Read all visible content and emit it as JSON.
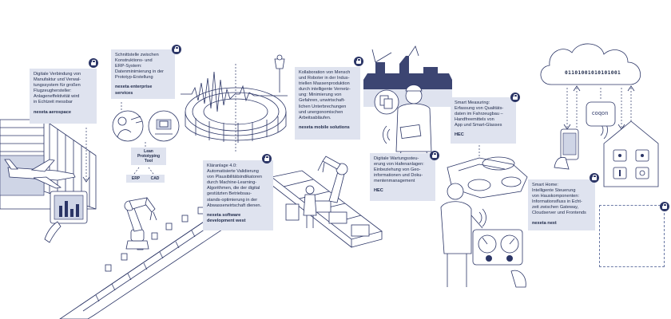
{
  "cards": [
    {
      "id": "card-aerospace",
      "body": "Digitale Verbindung von\nManufaktur und Verwal-\ntungssystem für großen\nFlugzeughersteller:\nAnlageneffektivität wird\nin Echtzeit messbar",
      "company": "nexeta aerospace"
    },
    {
      "id": "card-enterprise",
      "body": "Schnittstelle zwischen\nKonstruktions- und\nERP-System:\nDatenminimierung in der\nPrototyp-Erstellung",
      "company": "nexeta enterprise services"
    },
    {
      "id": "card-mobile",
      "body": "Kollaboration von Mensch\nund Roboter in der Indus-\ntriellen Massenproduktion\ndurch intelligente Vernetz-\nung: Minimierung von\nGefahren, unwirtschaft-\nlichen Unterbrechungen\nund unergonomischen\nArbeitsabläufen.",
      "company": "nexeta mobile solutions"
    },
    {
      "id": "card-measuring",
      "body": "Smart Measuring:\nErfassung von Qualitäts-\ndaten im Fahrzeugbau –\nHandfreemittels von\nApp und Smart-Glasses",
      "company": "HEC"
    },
    {
      "id": "card-sewage",
      "body": "Kläranlage 4.0:\nAutomatisierte Validierung\nvon Plausibilitätsindikatoren\ndurch Machine-Learning-\nAlgorithmen, die der digital\ngestützten Betriebsau-\nstands-optimierung in der\nAbwasserwirtschaft dienen.",
      "company": "nexeta software\ndevelopment west"
    },
    {
      "id": "card-port",
      "body": "Digitale Wartungssteu-\nerung von Hafenanlagen:\nEinbeziehung von Geo-\ninformationen und Doku-\nmentenmanagement",
      "company": "HEC"
    },
    {
      "id": "card-home",
      "body": "Smart Home:\nIntelligente Steuerung\nvon Hauskomponenten:\nInformationsfluss in Echt-\nzeit zwischen Gateway,\nCloudserver und Frontends",
      "company": "nexeta next"
    }
  ],
  "tags": {
    "prototyping_tool": "Lean\nPrototyping\nTool",
    "erp": "ERP",
    "cad": "CAD"
  },
  "cloud": {
    "binary": "01101001010101001"
  },
  "device": {
    "brand": "coqon"
  }
}
